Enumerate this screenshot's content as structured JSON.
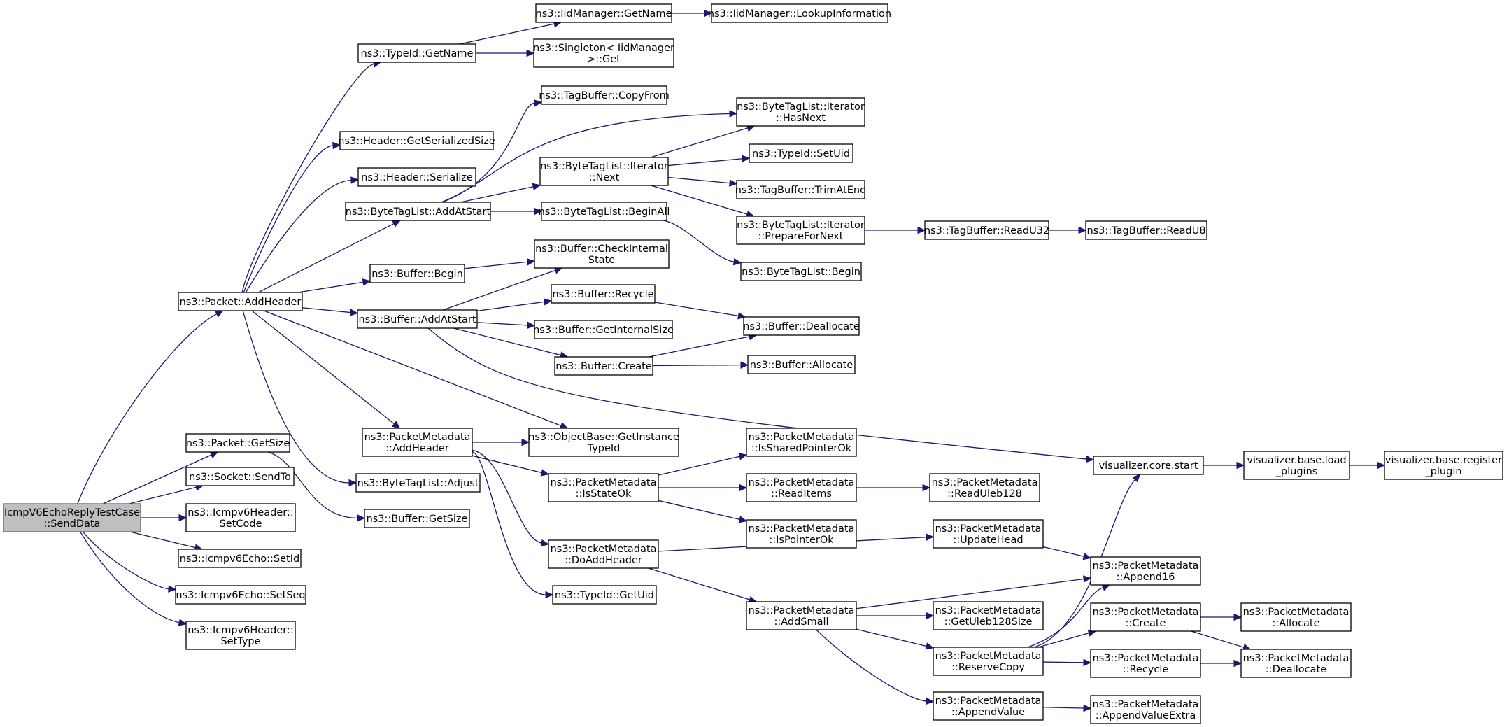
{
  "diagram": {
    "accent_color": "#191970",
    "root_fill": "#bfbfbf",
    "nodes": [
      {
        "id": "root",
        "lines": [
          "IcmpV6EchoReplyTestCase",
          "::SendData"
        ],
        "root": true
      },
      {
        "id": "pkt_addheader",
        "lines": [
          "ns3::Packet::AddHeader"
        ]
      },
      {
        "id": "pkt_getsize",
        "lines": [
          "ns3::Packet::GetSize"
        ]
      },
      {
        "id": "sock_sendto",
        "lines": [
          "ns3::Socket::SendTo"
        ]
      },
      {
        "id": "icmp_setcode",
        "lines": [
          "ns3::Icmpv6Header::",
          "SetCode"
        ]
      },
      {
        "id": "echo_setid",
        "lines": [
          "ns3::Icmpv6Echo::SetId"
        ]
      },
      {
        "id": "echo_setseq",
        "lines": [
          "ns3::Icmpv6Echo::SetSeq"
        ]
      },
      {
        "id": "icmp_settype",
        "lines": [
          "ns3::Icmpv6Header::",
          "SetType"
        ]
      },
      {
        "id": "typeid_getname",
        "lines": [
          "ns3::TypeId::GetName"
        ]
      },
      {
        "id": "hdr_getser",
        "lines": [
          "ns3::Header::GetSerializedSize"
        ]
      },
      {
        "id": "hdr_ser",
        "lines": [
          "ns3::Header::Serialize"
        ]
      },
      {
        "id": "btl_addatstart",
        "lines": [
          "ns3::ByteTagList::AddAtStart"
        ]
      },
      {
        "id": "buf_begin",
        "lines": [
          "ns3::Buffer::Begin"
        ]
      },
      {
        "id": "buf_addatstart",
        "lines": [
          "ns3::Buffer::AddAtStart"
        ]
      },
      {
        "id": "pm_addheader",
        "lines": [
          "ns3::PacketMetadata",
          "::AddHeader"
        ]
      },
      {
        "id": "btl_adjust",
        "lines": [
          "ns3::ByteTagList::Adjust"
        ]
      },
      {
        "id": "buf_getsize",
        "lines": [
          "ns3::Buffer::GetSize"
        ]
      },
      {
        "id": "iid_getname",
        "lines": [
          "ns3::IidManager::GetName"
        ]
      },
      {
        "id": "singleton_get",
        "lines": [
          "ns3::Singleton< IidManager",
          ">::Get"
        ]
      },
      {
        "id": "tb_copyfrom",
        "lines": [
          "ns3::TagBuffer::CopyFrom"
        ]
      },
      {
        "id": "btli_next",
        "lines": [
          "ns3::ByteTagList::Iterator",
          "::Next"
        ]
      },
      {
        "id": "btl_beginall",
        "lines": [
          "ns3::ByteTagList::BeginAll"
        ]
      },
      {
        "id": "buf_checkstate",
        "lines": [
          "ns3::Buffer::CheckInternal",
          "State"
        ]
      },
      {
        "id": "buf_recycle",
        "lines": [
          "ns3::Buffer::Recycle"
        ]
      },
      {
        "id": "buf_getinternalsize",
        "lines": [
          "ns3::Buffer::GetInternalSize"
        ]
      },
      {
        "id": "buf_create",
        "lines": [
          "ns3::Buffer::Create"
        ]
      },
      {
        "id": "ob_getinstance",
        "lines": [
          "ns3::ObjectBase::GetInstance",
          "TypeId"
        ]
      },
      {
        "id": "pm_isstateok",
        "lines": [
          "ns3::PacketMetadata",
          "::IsStateOk"
        ]
      },
      {
        "id": "pm_doaddheader",
        "lines": [
          "ns3::PacketMetadata",
          "::DoAddHeader"
        ]
      },
      {
        "id": "typeid_getuid",
        "lines": [
          "ns3::TypeId::GetUid"
        ]
      },
      {
        "id": "iid_lookup",
        "lines": [
          "ns3::IidManager::LookupInformation"
        ]
      },
      {
        "id": "btli_hasnext",
        "lines": [
          "ns3::ByteTagList::Iterator",
          "::HasNext"
        ]
      },
      {
        "id": "typeid_setuid",
        "lines": [
          "ns3::TypeId::SetUid"
        ]
      },
      {
        "id": "tb_trimatend",
        "lines": [
          "ns3::TagBuffer::TrimAtEnd"
        ]
      },
      {
        "id": "btli_prepare",
        "lines": [
          "ns3::ByteTagList::Iterator",
          "::PrepareForNext"
        ]
      },
      {
        "id": "btl_begin",
        "lines": [
          "ns3::ByteTagList::Begin"
        ]
      },
      {
        "id": "buf_deallocate",
        "lines": [
          "ns3::Buffer::Deallocate"
        ]
      },
      {
        "id": "buf_allocate",
        "lines": [
          "ns3::Buffer::Allocate"
        ]
      },
      {
        "id": "pm_issharedok",
        "lines": [
          "ns3::PacketMetadata",
          "::IsSharedPointerOk"
        ]
      },
      {
        "id": "pm_readitems",
        "lines": [
          "ns3::PacketMetadata",
          "::ReadItems"
        ]
      },
      {
        "id": "pm_ispointerok",
        "lines": [
          "ns3::PacketMetadata",
          "::IsPointerOk"
        ]
      },
      {
        "id": "pm_addsmall",
        "lines": [
          "ns3::PacketMetadata",
          "::AddSmall"
        ]
      },
      {
        "id": "tb_readu32",
        "lines": [
          "ns3::TagBuffer::ReadU32"
        ]
      },
      {
        "id": "tb_readu8",
        "lines": [
          "ns3::TagBuffer::ReadU8"
        ]
      },
      {
        "id": "viz_core_start",
        "lines": [
          "visualizer.core.start"
        ]
      },
      {
        "id": "pm_readuleb",
        "lines": [
          "ns3::PacketMetadata",
          "::ReadUleb128"
        ]
      },
      {
        "id": "pm_updatehead",
        "lines": [
          "ns3::PacketMetadata",
          "::UpdateHead"
        ]
      },
      {
        "id": "pm_getuleb",
        "lines": [
          "ns3::PacketMetadata",
          "::GetUleb128Size"
        ]
      },
      {
        "id": "pm_reservecopy",
        "lines": [
          "ns3::PacketMetadata",
          "::ReserveCopy"
        ]
      },
      {
        "id": "pm_appendvalue",
        "lines": [
          "ns3::PacketMetadata",
          "::AppendValue"
        ]
      },
      {
        "id": "viz_loadplugins",
        "lines": [
          "visualizer.base.load",
          "_plugins"
        ]
      },
      {
        "id": "pm_append16",
        "lines": [
          "ns3::PacketMetadata",
          "::Append16"
        ]
      },
      {
        "id": "pm_create",
        "lines": [
          "ns3::PacketMetadata",
          "::Create"
        ]
      },
      {
        "id": "pm_recycle",
        "lines": [
          "ns3::PacketMetadata",
          "::Recycle"
        ]
      },
      {
        "id": "pm_appendvalueextra",
        "lines": [
          "ns3::PacketMetadata",
          "::AppendValueExtra"
        ]
      },
      {
        "id": "viz_register",
        "lines": [
          "visualizer.base.register",
          "_plugin"
        ]
      },
      {
        "id": "pm_allocate",
        "lines": [
          "ns3::PacketMetadata",
          "::Allocate"
        ]
      },
      {
        "id": "pm_deallocate",
        "lines": [
          "ns3::PacketMetadata",
          "::Deallocate"
        ]
      }
    ],
    "edges": [
      [
        "root",
        "pkt_addheader"
      ],
      [
        "root",
        "pkt_getsize"
      ],
      [
        "root",
        "sock_sendto"
      ],
      [
        "root",
        "icmp_setcode"
      ],
      [
        "root",
        "echo_setid"
      ],
      [
        "root",
        "echo_setseq"
      ],
      [
        "root",
        "icmp_settype"
      ],
      [
        "pkt_addheader",
        "typeid_getname"
      ],
      [
        "pkt_addheader",
        "hdr_getser"
      ],
      [
        "pkt_addheader",
        "hdr_ser"
      ],
      [
        "pkt_addheader",
        "btl_addatstart"
      ],
      [
        "pkt_addheader",
        "buf_begin"
      ],
      [
        "pkt_addheader",
        "buf_addatstart"
      ],
      [
        "pkt_addheader",
        "pm_addheader"
      ],
      [
        "pkt_addheader",
        "btl_adjust"
      ],
      [
        "pkt_addheader",
        "ob_getinstance"
      ],
      [
        "pkt_getsize",
        "buf_getsize"
      ],
      [
        "typeid_getname",
        "iid_getname"
      ],
      [
        "typeid_getname",
        "singleton_get"
      ],
      [
        "iid_getname",
        "iid_lookup"
      ],
      [
        "btl_addatstart",
        "tb_copyfrom"
      ],
      [
        "btl_addatstart",
        "btli_hasnext"
      ],
      [
        "btl_addatstart",
        "btli_next"
      ],
      [
        "btl_addatstart",
        "btl_beginall"
      ],
      [
        "btli_next",
        "btli_hasnext"
      ],
      [
        "btli_next",
        "typeid_setuid"
      ],
      [
        "btli_next",
        "tb_trimatend"
      ],
      [
        "btli_next",
        "btli_prepare"
      ],
      [
        "btl_beginall",
        "btl_begin"
      ],
      [
        "btli_prepare",
        "tb_readu32"
      ],
      [
        "tb_readu32",
        "tb_readu8"
      ],
      [
        "buf_begin",
        "buf_checkstate"
      ],
      [
        "buf_addatstart",
        "buf_checkstate"
      ],
      [
        "buf_addatstart",
        "buf_recycle"
      ],
      [
        "buf_addatstart",
        "buf_getinternalsize"
      ],
      [
        "buf_addatstart",
        "buf_create"
      ],
      [
        "buf_addatstart",
        "viz_core_start"
      ],
      [
        "buf_recycle",
        "buf_deallocate"
      ],
      [
        "buf_create",
        "buf_deallocate"
      ],
      [
        "buf_create",
        "buf_allocate"
      ],
      [
        "pm_addheader",
        "ob_getinstance"
      ],
      [
        "pm_addheader",
        "pm_isstateok"
      ],
      [
        "pm_addheader",
        "pm_doaddheader"
      ],
      [
        "pm_addheader",
        "typeid_getuid"
      ],
      [
        "pm_isstateok",
        "pm_issharedok"
      ],
      [
        "pm_isstateok",
        "pm_readitems"
      ],
      [
        "pm_isstateok",
        "pm_ispointerok"
      ],
      [
        "pm_readitems",
        "pm_readuleb"
      ],
      [
        "pm_doaddheader",
        "pm_updatehead"
      ],
      [
        "pm_doaddheader",
        "pm_addsmall"
      ],
      [
        "pm_updatehead",
        "pm_append16"
      ],
      [
        "pm_addsmall",
        "pm_append16"
      ],
      [
        "pm_addsmall",
        "pm_getuleb"
      ],
      [
        "pm_addsmall",
        "pm_reservecopy"
      ],
      [
        "pm_addsmall",
        "pm_appendvalue"
      ],
      [
        "pm_reservecopy",
        "viz_core_start"
      ],
      [
        "pm_reservecopy",
        "pm_append16"
      ],
      [
        "pm_reservecopy",
        "pm_create"
      ],
      [
        "pm_reservecopy",
        "pm_recycle"
      ],
      [
        "pm_appendvalue",
        "pm_appendvalueextra"
      ],
      [
        "pm_create",
        "pm_allocate"
      ],
      [
        "pm_create",
        "pm_deallocate"
      ],
      [
        "pm_recycle",
        "pm_deallocate"
      ],
      [
        "viz_core_start",
        "viz_loadplugins"
      ],
      [
        "viz_loadplugins",
        "viz_register"
      ]
    ]
  }
}
